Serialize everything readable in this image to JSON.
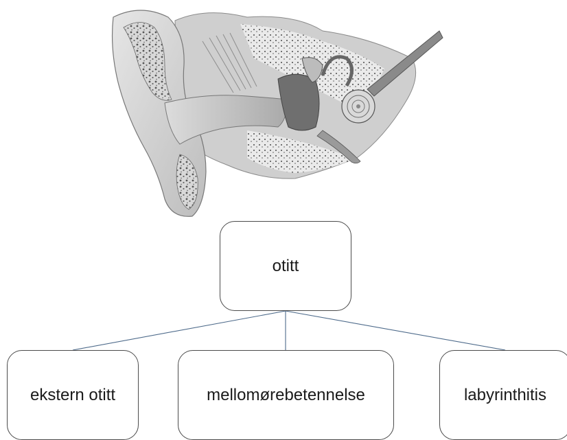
{
  "diagram": {
    "root": {
      "label": "otitt"
    },
    "children": [
      {
        "label": "ekstern otitt"
      },
      {
        "label": "mellomørebetennelse"
      },
      {
        "label": "labyrinthitis"
      }
    ]
  },
  "illustration": {
    "subject": "ear-cross-section",
    "style": "grayscale anatomical drawing"
  },
  "colors": {
    "node_border": "#4a4a4a",
    "connector_line": "#4d6a8a",
    "text": "#1a1a1a",
    "background": "#ffffff"
  }
}
